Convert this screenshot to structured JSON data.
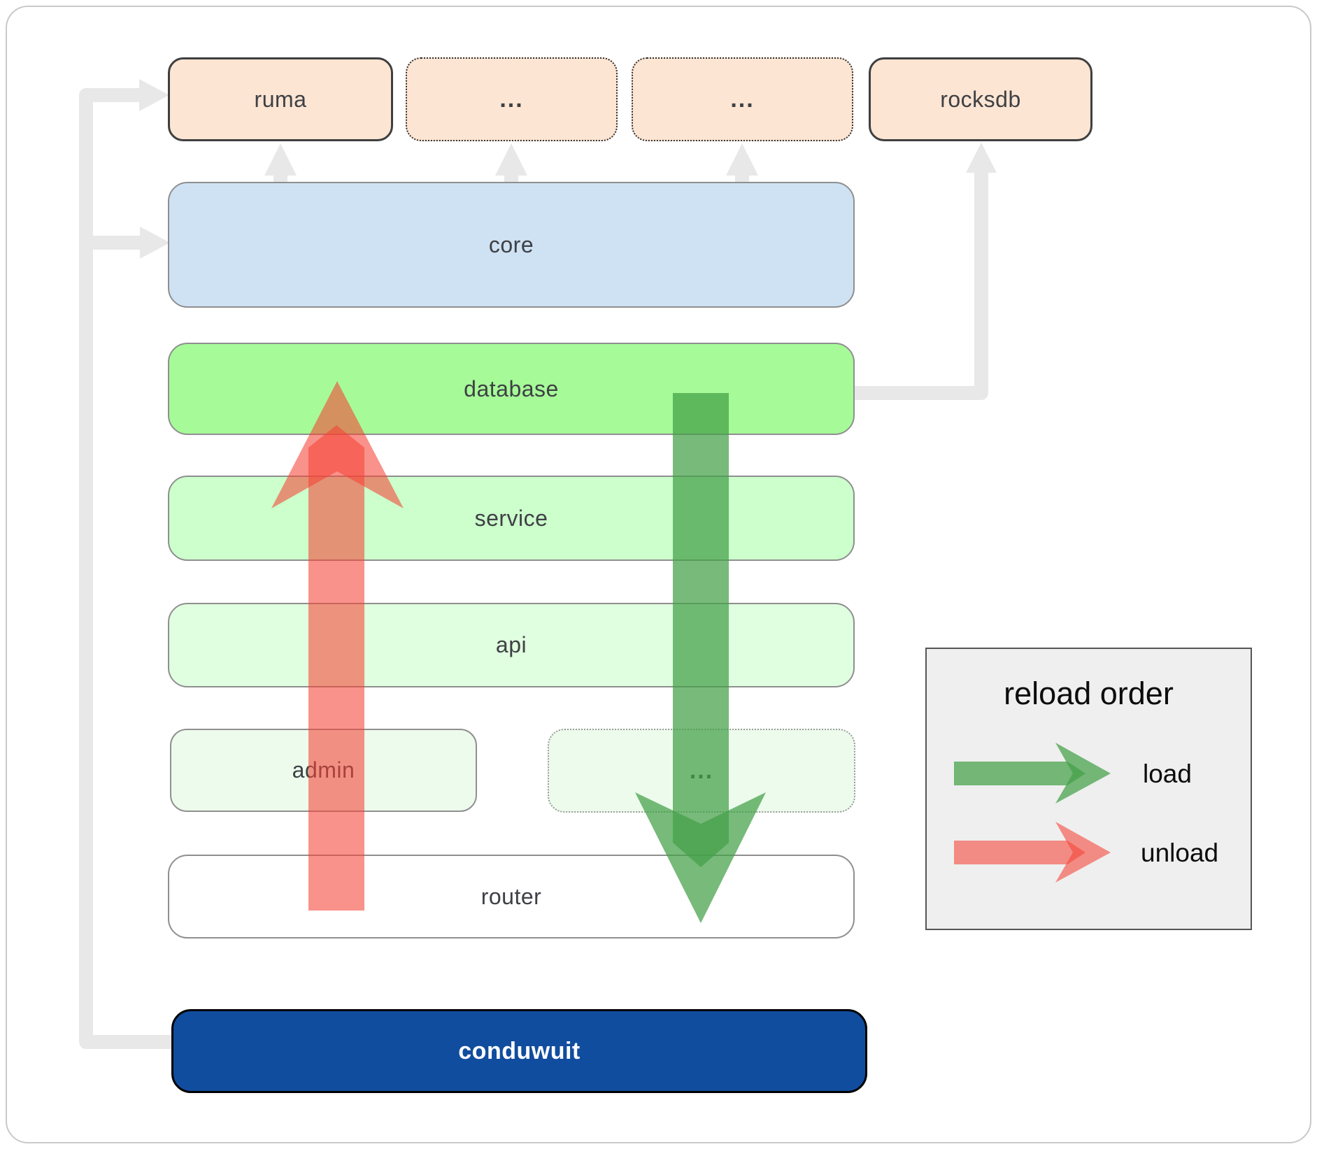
{
  "boxes": {
    "ruma": "ruma",
    "deps1": "...",
    "deps2": "...",
    "rocksdb": "rocksdb",
    "core": "core",
    "database": "database",
    "service": "service",
    "api": "api",
    "admin": "admin",
    "admin_more": "...",
    "router": "router",
    "conduwuit": "conduwuit"
  },
  "legend": {
    "title": "reload order",
    "load_label": "load",
    "unload_label": "unload"
  },
  "colors": {
    "load_arrow": "#43a047",
    "unload_arrow": "#f44336",
    "connector": "#e8e8e8",
    "module_fill": "#fce5d3",
    "core_fill": "#cfe2f3",
    "database_fill": "#a6fb98",
    "service_fill": "#ccffcc",
    "api_fill": "#e0ffe0",
    "admin_fill": "#ecfbec",
    "conduwuit_fill": "#114d9e"
  }
}
